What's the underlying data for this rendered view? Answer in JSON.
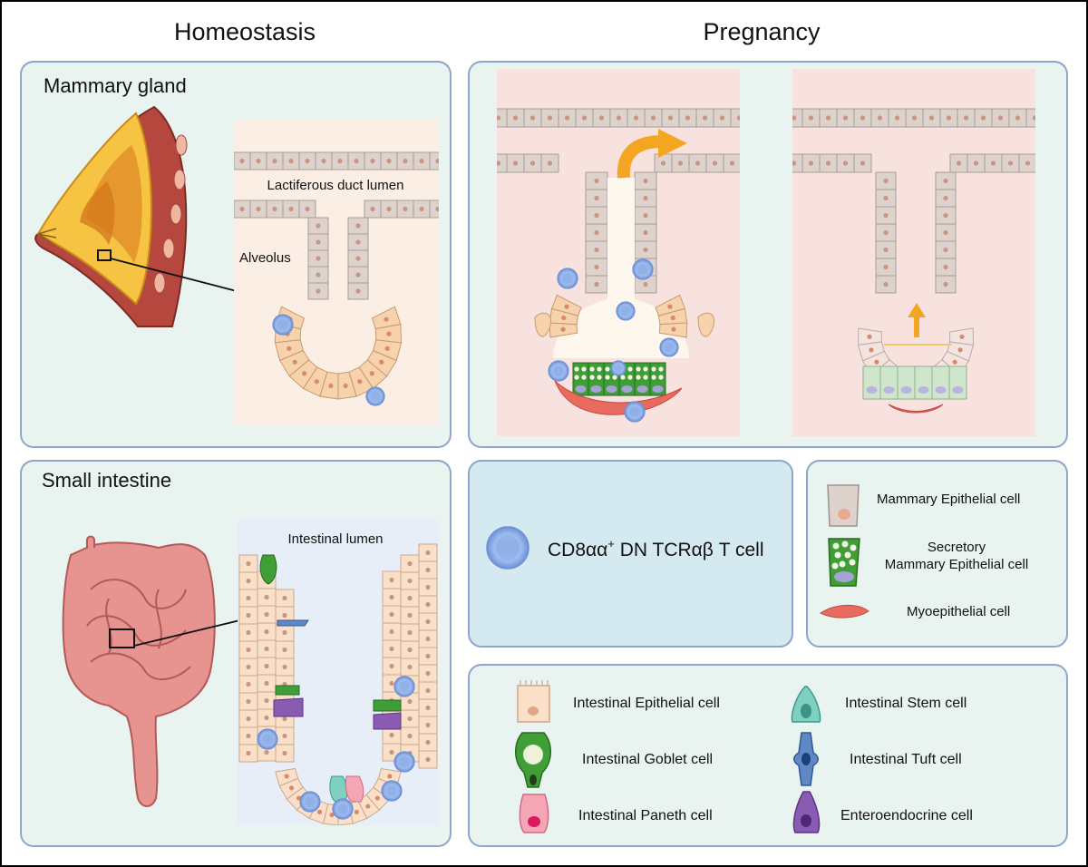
{
  "headings": {
    "homeostasis": "Homeostasis",
    "pregnancy": "Pregnancy"
  },
  "mammary": {
    "title": "Mammary gland",
    "duct_lumen": "Lactiferous duct lumen",
    "alveolus": "Alveolus"
  },
  "intestine": {
    "title": "Small intestine",
    "lumen": "Intestinal lumen"
  },
  "tcell_legend": {
    "label_prefix": "CD8αα",
    "label_sup": "+",
    "label_suffix": " DN TCRαβ T cell"
  },
  "mammary_legend": {
    "epithelial": "Mammary Epithelial cell",
    "secretory_line1": "Secretory",
    "secretory_line2": "Mammary Epithelial cell",
    "myoepithelial": "Myoepithelial cell"
  },
  "intestine_legend": {
    "epithelial": "Intestinal Epithelial cell",
    "stem": "Intestinal Stem cell",
    "goblet": "Intestinal Goblet cell",
    "tuft": "Intestinal Tuft cell",
    "paneth": "Intestinal Paneth cell",
    "enteroendocrine": "Enteroendocrine cell"
  },
  "colors": {
    "panel_bg": "#e9f3ef",
    "panel_border": "#8ea6c9",
    "tcell_panel_bg": "#d5e9f0",
    "tissue_bg": "#fbeee4",
    "pregnancy_bg": "#f7e2df",
    "duct_cell": "#ddd3cc",
    "alveolar_cell": "#f6d2ad",
    "tcell": "#9ab8ea",
    "secretory": "#3f9e36",
    "myoepithelial": "#e96a5e",
    "arrow": "#f4a623"
  }
}
